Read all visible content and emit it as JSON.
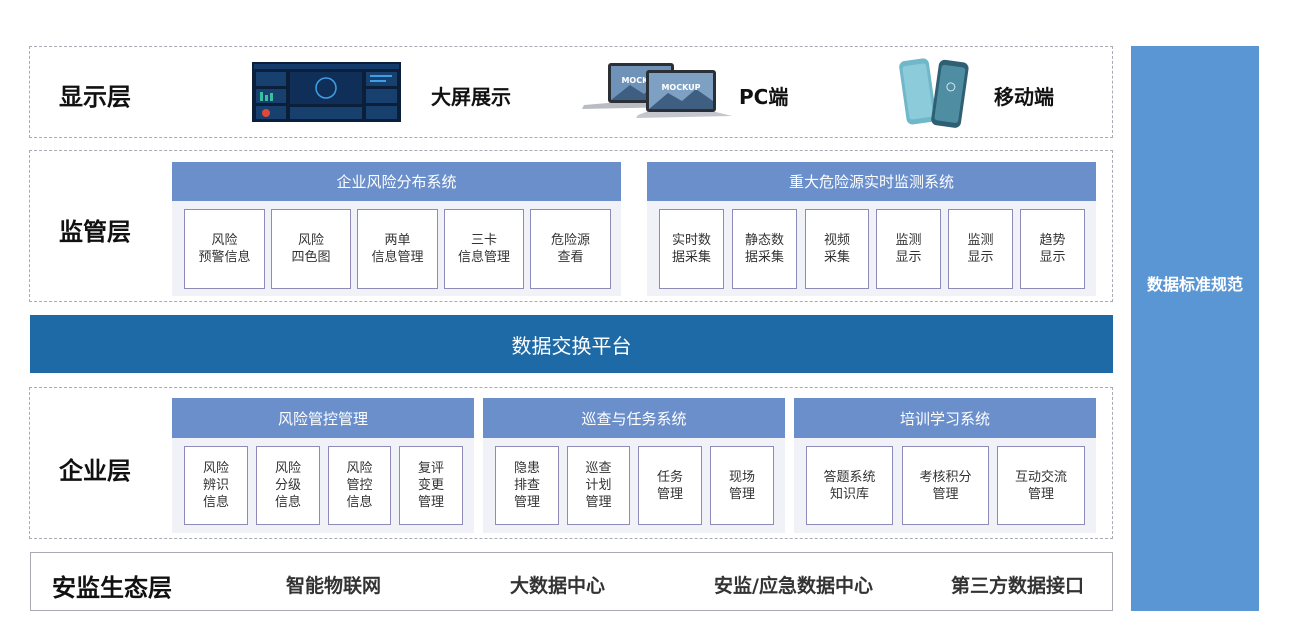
{
  "display_layer": {
    "title": "显示层",
    "items": [
      {
        "label": "大屏展示"
      },
      {
        "label": "PC端",
        "mockup_text": "MOCKUP"
      },
      {
        "label": "移动端"
      }
    ]
  },
  "supervision_layer": {
    "title": "监管层",
    "systems": [
      {
        "name": "企业风险分布系统",
        "cards": [
          "风险\n预警信息",
          "风险\n四色图",
          "两单\n信息管理",
          "三卡\n信息管理",
          "危险源\n查看"
        ]
      },
      {
        "name": "重大危险源实时监测系统",
        "cards": [
          "实时数\n据采集",
          "静态数\n据采集",
          "视频\n采集",
          "监测\n显示",
          "监测\n显示",
          "趋势\n显示"
        ]
      }
    ]
  },
  "exchange_platform": {
    "label": "数据交换平台"
  },
  "enterprise_layer": {
    "title": "企业层",
    "systems": [
      {
        "name": "风险管控管理",
        "cards": [
          "风险\n辨识\n信息",
          "风险\n分级\n信息",
          "风险\n管控\n信息",
          "复评\n变更\n管理"
        ]
      },
      {
        "name": "巡查与任务系统",
        "cards": [
          "隐患\n排查\n管理",
          "巡查\n计划\n管理",
          "任务\n管理",
          "现场\n管理"
        ]
      },
      {
        "name": "培训学习系统",
        "cards": [
          "答题系统\n知识库",
          "考核积分\n管理",
          "互动交流\n管理"
        ]
      }
    ]
  },
  "ecology_layer": {
    "title": "安监生态层",
    "items": [
      "智能物联网",
      "大数据中心",
      "安监/应急数据中心",
      "第三方数据接口"
    ]
  },
  "standards_bar": {
    "label": "数据标准规范"
  },
  "colors": {
    "system_header": "#6a8fcb",
    "exchange_bar": "#1e6aa6",
    "standards_bar": "#5a96d3",
    "card_border": "#8f8bb8",
    "dashed_border": "#a9aab3"
  }
}
